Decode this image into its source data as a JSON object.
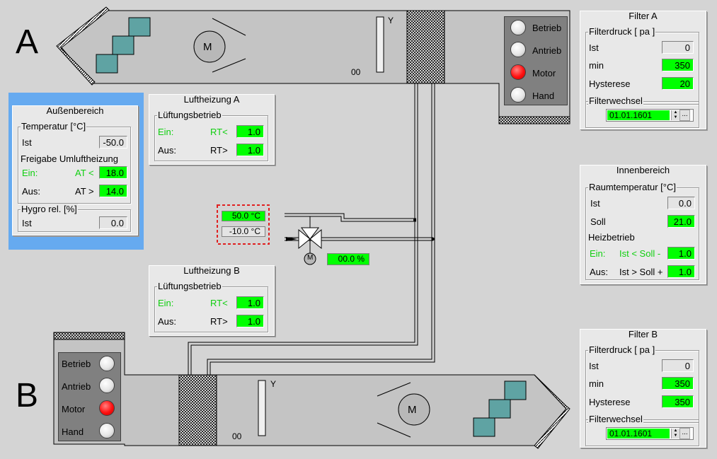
{
  "colors": {
    "active_green": "#00ff00",
    "text_green": "#0fcf0f",
    "lamp_red": "#ff1010",
    "blue_highlight": "#66aaf0",
    "dashed_red": "#e02020"
  },
  "unit_a": {
    "letter": "A",
    "motor_label": "M",
    "damper_top": "Y",
    "damper_bottom": "00",
    "status": [
      {
        "label": "Betrieb",
        "on": false
      },
      {
        "label": "Antrieb",
        "on": false
      },
      {
        "label": "Motor",
        "on": true
      },
      {
        "label": "Hand",
        "on": false
      }
    ]
  },
  "unit_b": {
    "letter": "B",
    "motor_label": "M",
    "damper_top": "Y",
    "damper_bottom": "00",
    "status": [
      {
        "label": "Betrieb",
        "on": false
      },
      {
        "label": "Antrieb",
        "on": false
      },
      {
        "label": "Motor",
        "on": true
      },
      {
        "label": "Hand",
        "on": false
      }
    ]
  },
  "filter_a": {
    "title": "Filter A",
    "group1": "Filterdruck [ pa ]",
    "ist_label": "Ist",
    "ist": "0",
    "min_label": "min",
    "min": "350",
    "hyst_label": "Hysterese",
    "hyst": "20",
    "group2": "Filterwechsel",
    "date": "01.01.1601",
    "dots": "..."
  },
  "filter_b": {
    "title": "Filter B",
    "group1": "Filterdruck [ pa ]",
    "ist_label": "Ist",
    "ist": "0",
    "min_label": "min",
    "min": "350",
    "hyst_label": "Hysterese",
    "hyst": "350",
    "group2": "Filterwechsel",
    "date": "01.01.1601",
    "dots": "..."
  },
  "aussen": {
    "title": "Außenbereich",
    "temp_group": "Temperatur [°C]",
    "ist_label": "Ist",
    "ist": "-50.0",
    "freigabe_group": "Freigabe Umluftheizung",
    "ein_label": "Ein:",
    "ein_cond": "AT <",
    "ein_val": "18.0",
    "aus_label": "Aus:",
    "aus_cond": "AT >",
    "aus_val": "14.0",
    "hygro_group": "Hygro rel. [%]",
    "hygro_ist_label": "Ist",
    "hygro_ist": "0.0"
  },
  "heiz_a": {
    "title": "Luftheizung A",
    "group": "Lüftungsbetrieb",
    "ein_label": "Ein:",
    "ein_cond": "RT<",
    "ein_val": "1.0",
    "aus_label": "Aus:",
    "aus_cond": "RT>",
    "aus_val": "1.0"
  },
  "heiz_b": {
    "title": "Luftheizung B",
    "group": "Lüftungsbetrieb",
    "ein_label": "Ein:",
    "ein_cond": "RT<",
    "ein_val": "1.0",
    "aus_label": "Aus:",
    "aus_cond": "RT>",
    "aus_val": "1.0"
  },
  "innen": {
    "title": "Innenbereich",
    "raum_group": "Raumtemperatur [°C]",
    "ist_label": "Ist",
    "ist": "0.0",
    "soll_label": "Soll",
    "soll": "21.0",
    "heiz_group": "Heizbetrieb",
    "ein_label": "Ein:",
    "ein_cond": "Ist < Soll -",
    "ein_val": "1.0",
    "aus_label": "Aus:",
    "aus_cond": "Ist > Soll +",
    "aus_val": "1.0"
  },
  "valve": {
    "supply_temp": "50.0 °C",
    "return_temp": "-10.0 °C",
    "motor_label": "M",
    "position": "00.0 %"
  }
}
